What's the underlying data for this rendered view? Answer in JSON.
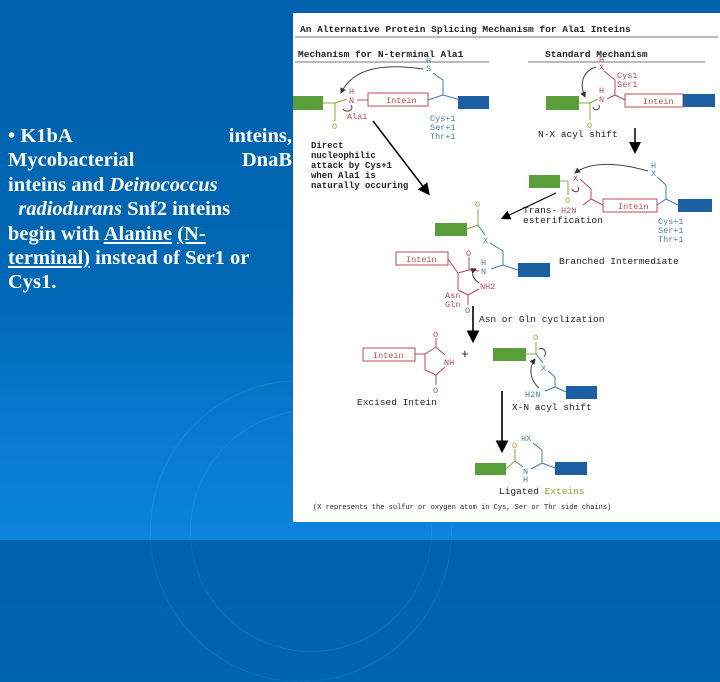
{
  "slide": {
    "bullet": {
      "marker": "•",
      "line1_left": "K1bA",
      "line1_right": "inteins,",
      "line2_left": "Mycobacterial",
      "line2_right": "DnaB",
      "line3_plain": "inteins and ",
      "line3_italic": "Deinococcus",
      "line4_italic": "radiodurans",
      "line4_plain": " Snf2 inteins",
      "line5_plain": "begin with ",
      "line5_u1": "Alanine",
      "line5_u2": "(N-",
      "line6_u": "terminal)",
      "line6_plain": " instead of Ser1 or",
      "line7": "Cys1."
    }
  },
  "figure": {
    "title": "An Alternative Protein Splicing Mechanism for Ala1 Inteins",
    "left_heading": "Mechanism for N-terminal Ala1",
    "right_heading": "Standard Mechanism",
    "labels": {
      "intein": "Intein",
      "ala1": "Ala1",
      "cys_plus1": "Cys+1",
      "ser_plus1": "Ser+1",
      "thr_plus1": "Thr+1",
      "cys1": "Cys1",
      "ser1": "Ser1",
      "h": "H",
      "s": "S",
      "n": "N",
      "x": "X",
      "o": "O",
      "nh": "NH",
      "h2n": "H2N",
      "nh2": "NH2",
      "hx": "HX",
      "asn": "Asn",
      "gln": "Gln",
      "plus": "+"
    },
    "direct_attack_note": [
      "Direct",
      "nucleophilic",
      "attack by Cys+1",
      "when Ala1 is",
      "naturally occuring"
    ],
    "steps": {
      "nx_shift": "N-X acyl shift",
      "transesterification": [
        "Trans-",
        "esterification"
      ],
      "branched": "Branched Intermediate",
      "cyclization": "Asn or Gln cyclization",
      "excised": "Excised Intein",
      "xn_shift": "X-N acyl shift",
      "ligated_prefix": "Ligated ",
      "ligated_suffix": "Exteins"
    },
    "footnote": "(X represents the sulfur or oxygen atom in Cys, Ser or Thr side chains)",
    "colors": {
      "green": "#5a9e3a",
      "blue": "#1d5fa3",
      "red": "#b84a5a",
      "lightgreen": "#8aaa3a",
      "steelblue": "#4a7aa8",
      "background": "#0066b3"
    }
  }
}
